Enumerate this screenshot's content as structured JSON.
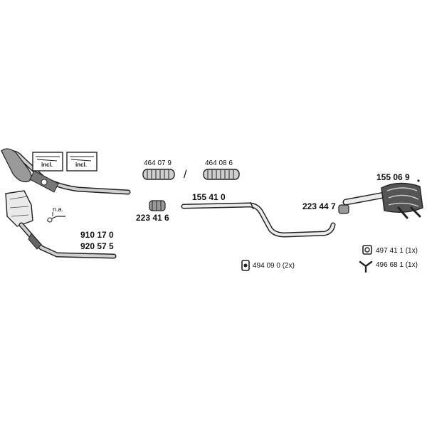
{
  "labels": {
    "incl_1": "incl.",
    "incl_2": "incl.",
    "na": "n.a.",
    "part_464079": "464 07 9",
    "slash": "/",
    "part_464086": "464 08 6",
    "part_155410": "155 41 0",
    "part_223416": "223 41 6",
    "part_223447": "223 44 7",
    "part_155069": "155 06 9",
    "part_910170": "910 17 0",
    "part_920575": "920 57 5",
    "part_494090": "494 09 0 (2x)",
    "part_497411": "497 41 1 (1x)",
    "part_496681": "496 68 1 (1x)"
  },
  "icons": {
    "rubber_mount": "rubber-mount-icon",
    "clamp": "clamp-icon",
    "y_bracket": "y-bracket-icon"
  },
  "colors": {
    "line": "#222222",
    "pipe_fill": "#cfcfcf",
    "dark_fill": "#555555",
    "background": "#ffffff"
  }
}
